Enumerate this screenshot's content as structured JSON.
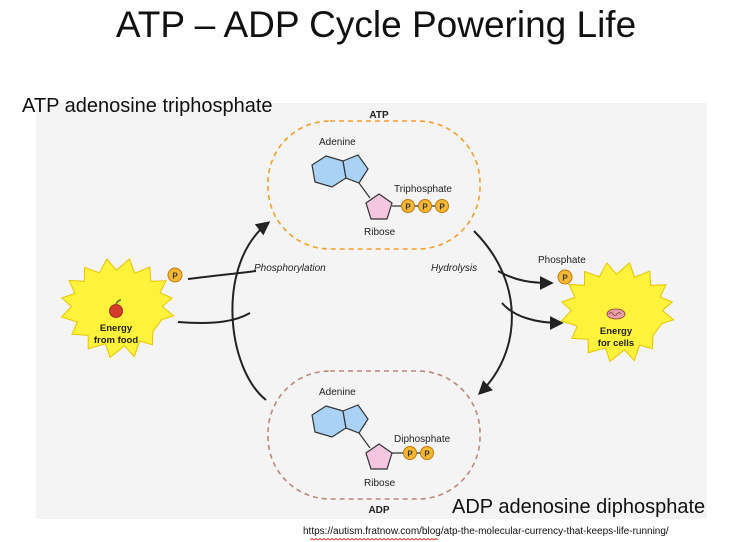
{
  "title": "ATP – ADP Cycle Powering Life",
  "atp_caption": "ATP adenosine triphosphate",
  "adp_caption": "ADP adenosine diphosphate",
  "source_url": "https://autism.fratnow.com/blog/atp-the-molecular-currency-that-keeps-life-running/",
  "diagram": {
    "atp_label": "ATP",
    "adp_label": "ADP",
    "adenine_label": "Adenine",
    "ribose_label": "Ribose",
    "triphosphate_label": "Triphosphate",
    "diphosphate_label": "Diphosphate",
    "phosphorylation_label": "Phosphorylation",
    "hydrolysis_label": "Hydrolysis",
    "phosphate_label": "Phosphate",
    "p_symbol": "P",
    "energy_food_line1": "Energy",
    "energy_food_line2": "from food",
    "energy_cells_line1": "Energy",
    "energy_cells_line2": "for cells"
  },
  "colors": {
    "adenine": "#a9d2f5",
    "ribose": "#f5c6e0",
    "phosphate": "#f7b733",
    "starburst": "#fff23a",
    "dashed_border": "#f0a030",
    "adp_border": "#b98a7a",
    "arrow": "#222222"
  }
}
